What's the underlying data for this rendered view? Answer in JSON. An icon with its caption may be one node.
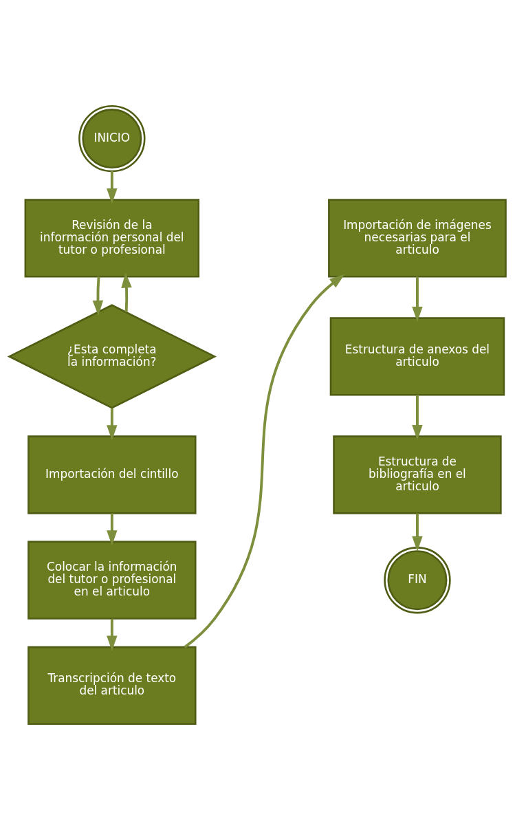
{
  "diagram": {
    "nodes": [
      {
        "text": [
          "INICIO"
        ]
      },
      {
        "text": [
          "Revisión de la información personal del tutor o profesional"
        ]
      },
      {
        "text": [
          "¿Esta completa la información?"
        ]
      },
      {
        "text": [
          "Importación del cintillo"
        ]
      },
      {
        "text": [
          "Colocar la información del tutor o profesional en el articulo"
        ]
      },
      {
        "text": [
          "Transcripción de texto del articulo"
        ]
      },
      {
        "text": [
          "Importación de imágenes necesarias para el articulo"
        ]
      },
      {
        "text": [
          "Estructura de anexos del articulo"
        ]
      },
      {
        "text": [
          "Estructura de bibliografía en el articulo"
        ]
      },
      {
        "text": [
          "FIN"
        ]
      }
    ],
    "edges": [
      {
        "from": 0,
        "to": 1,
        "arrow": "to"
      },
      {
        "from": 1,
        "to": 2,
        "arrow": "to"
      },
      {
        "from": 2,
        "to": 1,
        "arrow": "to"
      },
      {
        "from": 2,
        "to": 3,
        "arrow": "to"
      },
      {
        "from": 3,
        "to": 4,
        "arrow": "to"
      },
      {
        "from": 4,
        "to": 5,
        "arrow": "to"
      },
      {
        "from": 5,
        "to": 6,
        "arrow": "to"
      },
      {
        "from": 6,
        "to": 7,
        "arrow": "to"
      },
      {
        "from": 7,
        "to": 8,
        "arrow": "to"
      },
      {
        "from": 8,
        "to": 9,
        "arrow": "to"
      }
    ]
  }
}
